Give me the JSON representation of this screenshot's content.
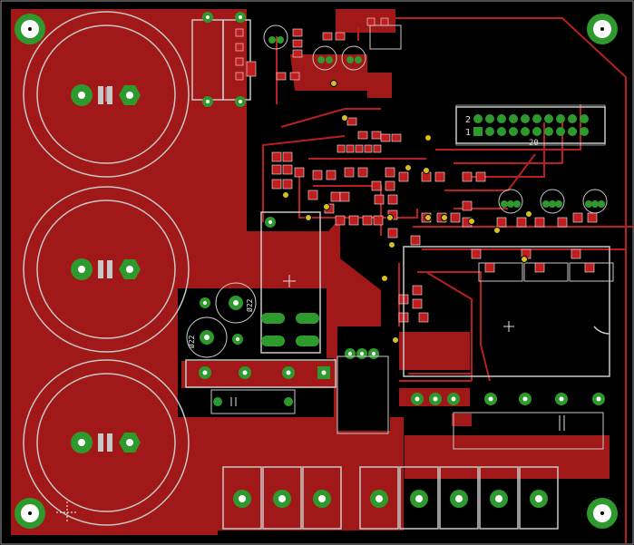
{
  "canvas": {
    "background": "#000000"
  },
  "colors": {
    "copper": "#a01818",
    "copper_trace": "#b82020",
    "outline": "#c8c8c8",
    "pad": "#2e9a2e",
    "pad_hole": "#ffffff",
    "smd_pad": "#c01e1e",
    "via": "#d8c020",
    "silk": "#e0e0e0",
    "crosshair": "#ffffff"
  },
  "labels": {
    "header_pin2": "2",
    "header_pin1": "1",
    "header_pin20": "20",
    "cap1_value": "Ø22",
    "cap2_value": "Ø22"
  },
  "icons": {
    "mounting_hole": "mounting-hole-icon",
    "origin_marker": "origin-crosshair-icon"
  }
}
